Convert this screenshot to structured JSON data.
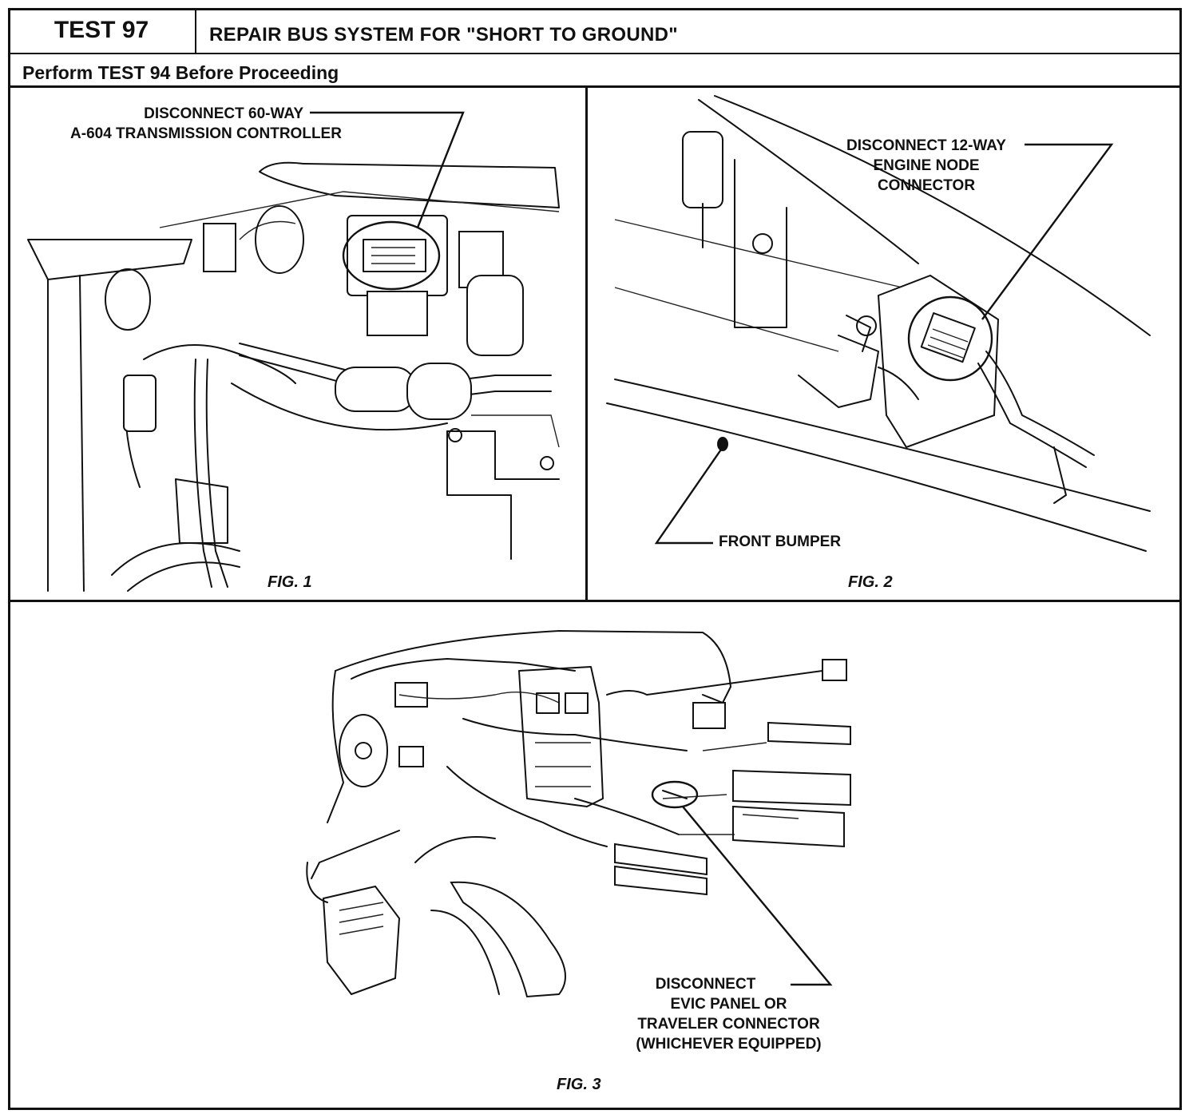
{
  "header": {
    "test_label": "TEST 97",
    "title": "REPAIR BUS SYSTEM FOR \"SHORT TO GROUND\"",
    "subtitle": "Perform TEST 94 Before Proceeding"
  },
  "fig1": {
    "callout_line1": "DISCONNECT 60-WAY",
    "callout_line2": "A-604 TRANSMISSION CONTROLLER",
    "caption": "FIG. 1"
  },
  "fig2": {
    "callout_line1": "DISCONNECT 12-WAY",
    "callout_line2": "ENGINE NODE",
    "callout_line3": "CONNECTOR",
    "bumper_label": "FRONT BUMPER",
    "caption": "FIG. 2"
  },
  "fig3": {
    "callout_line1": "DISCONNECT",
    "callout_line2": "EVIC PANEL OR",
    "callout_line3": "TRAVELER CONNECTOR",
    "callout_line4": "(WHICHEVER EQUIPPED)",
    "caption": "FIG. 3"
  }
}
